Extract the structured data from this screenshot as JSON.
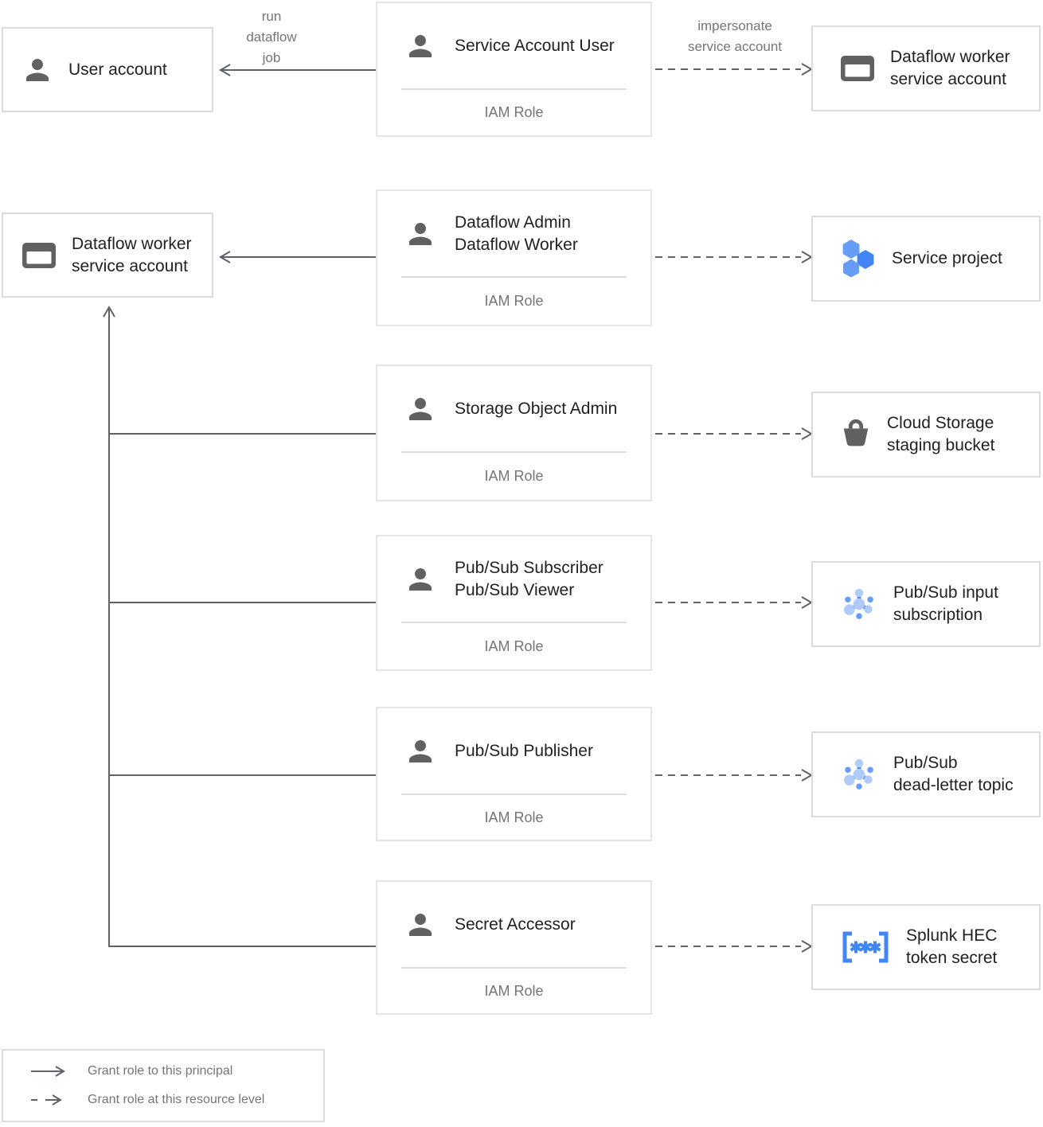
{
  "palette": {
    "accent_blue": "#4285f4",
    "light_blue": "#aecbfa",
    "mid_blue": "#669df6",
    "icon_gray": "#616161",
    "line_gray": "#5f6368",
    "title_color": "#212121",
    "muted_color": "#757575",
    "border_color": "#dadce0"
  },
  "principals": [
    {
      "line1": "User account",
      "line2": "",
      "icon": "person-icon"
    },
    {
      "line1": "Dataflow worker",
      "line2": "service account",
      "icon": "service-account-icon"
    }
  ],
  "roles": [
    {
      "line1": "Service Account User",
      "line2": "",
      "iam": "IAM Role",
      "icon": "person-icon"
    },
    {
      "line1": "Dataflow Admin",
      "line2": "Dataflow Worker",
      "iam": "IAM Role",
      "icon": "person-icon"
    },
    {
      "line1": "Storage Object Admin",
      "line2": "",
      "iam": "IAM Role",
      "icon": "person-icon"
    },
    {
      "line1": "Pub/Sub Subscriber",
      "line2": "Pub/Sub Viewer",
      "iam": "IAM Role",
      "icon": "person-icon"
    },
    {
      "line1": "Pub/Sub Publisher",
      "line2": "",
      "iam": "IAM Role",
      "icon": "person-icon"
    },
    {
      "line1": "Secret Accessor",
      "line2": "",
      "iam": "IAM Role",
      "icon": "person-icon"
    }
  ],
  "resources": [
    {
      "line1": "Dataflow worker",
      "line2": "service account",
      "icon": "service-account-icon"
    },
    {
      "line1": "Service project",
      "line2": "",
      "icon": "project-icon"
    },
    {
      "line1": "Cloud Storage",
      "line2": "staging bucket",
      "icon": "storage-bucket-icon"
    },
    {
      "line1": "Pub/Sub input",
      "line2": "subscription",
      "icon": "pubsub-icon"
    },
    {
      "line1": "Pub/Sub",
      "line2": "dead-letter topic",
      "icon": "pubsub-icon"
    },
    {
      "line1": "Splunk HEC",
      "line2": "token secret",
      "icon": "secret-icon"
    }
  ],
  "edge_labels": {
    "run_job": [
      "run",
      "dataflow",
      "job"
    ],
    "impersonate": [
      "impersonate",
      "service account"
    ]
  },
  "legend": {
    "solid_label": "Grant role to this principal",
    "dashed_label": "Grant role at this resource level"
  }
}
